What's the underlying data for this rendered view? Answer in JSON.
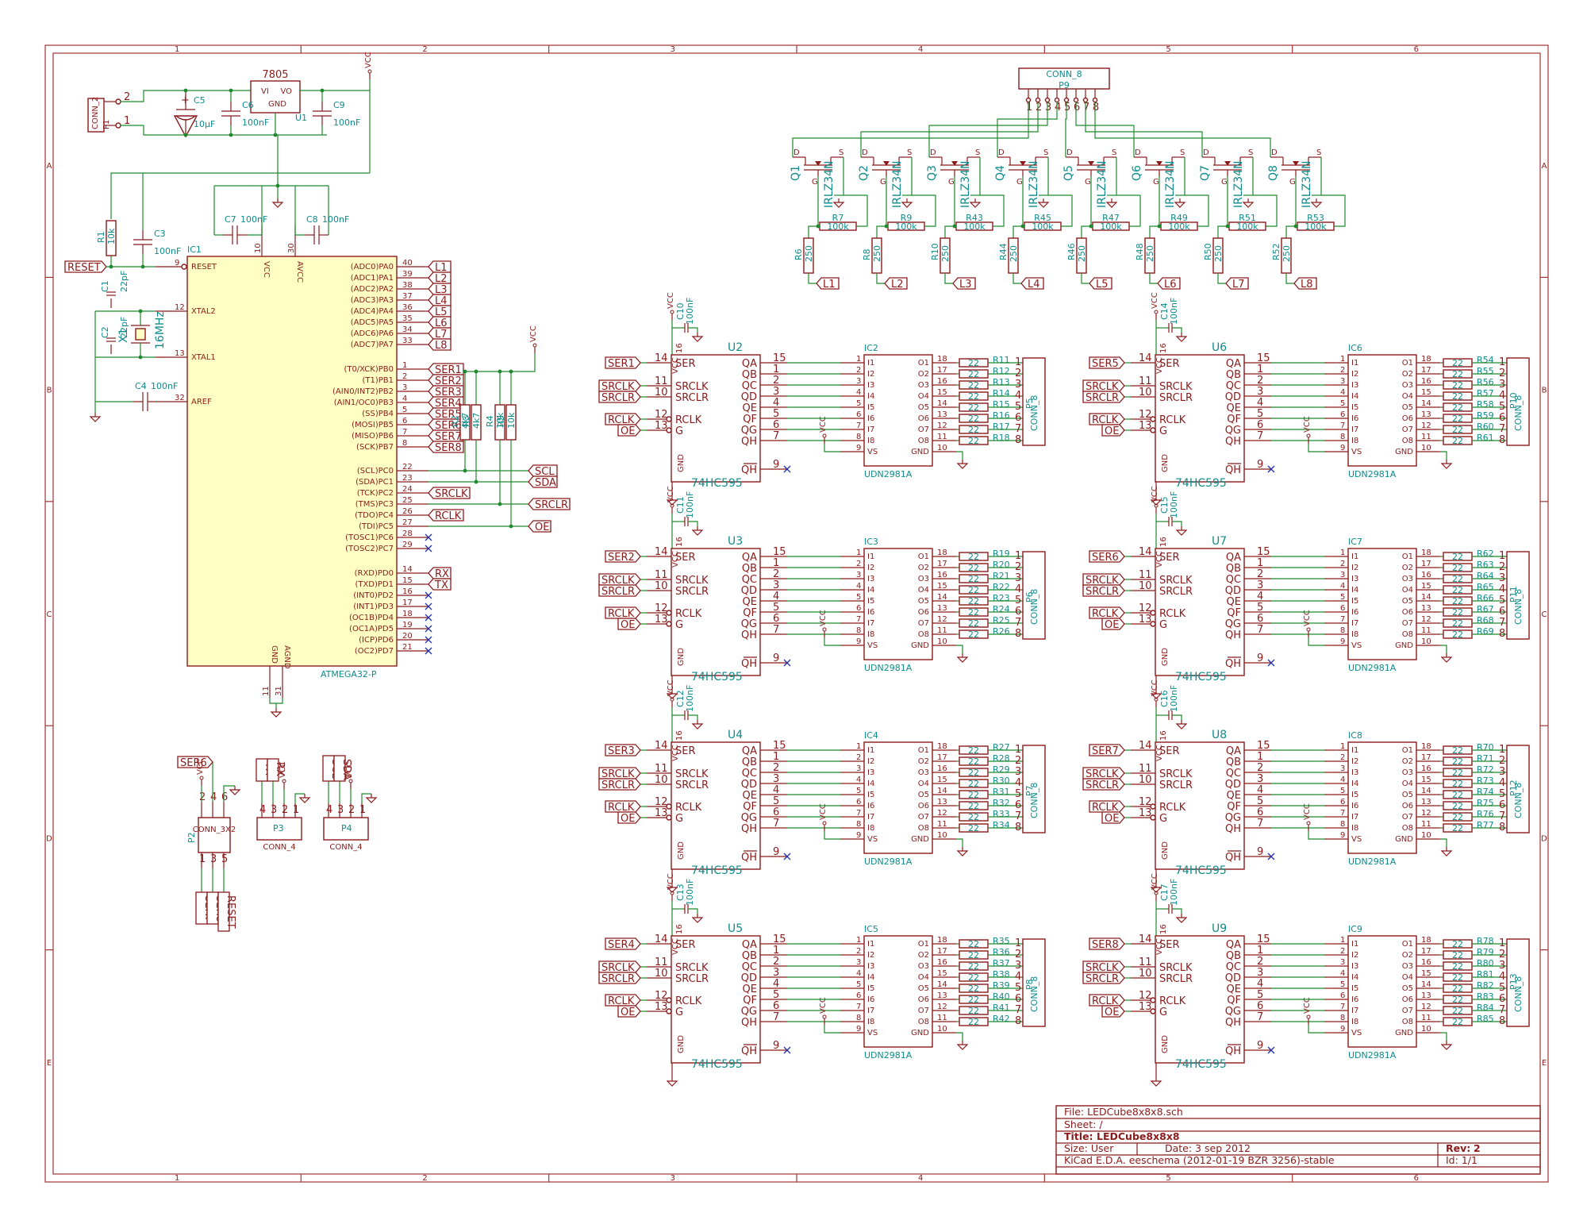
{
  "frame": {
    "col_numbers": [
      "1",
      "2",
      "3",
      "4",
      "5",
      "6"
    ],
    "row_letters": [
      "A",
      "B",
      "C",
      "D",
      "E"
    ]
  },
  "power": {
    "reg_name": "7805",
    "reg_ref": "U1",
    "reg_pins": [
      "VI",
      "GND",
      "VO"
    ],
    "conn_name": "CONN_2",
    "conn_ref": "P1",
    "conn_pins": [
      "2",
      "1"
    ],
    "c5": {
      "ref": "C5",
      "val": "10µF"
    },
    "c6": {
      "ref": "C6",
      "val": "100nF"
    },
    "c9": {
      "ref": "C9",
      "val": "100nF"
    },
    "vcc": "VCC"
  },
  "mcu": {
    "ref": "IC1",
    "name": "ATMEGA32-P",
    "reset_label": "RESET",
    "r1": {
      "ref": "R1",
      "val": "10k"
    },
    "c3": {
      "ref": "C3",
      "val": "100nF"
    },
    "c7": {
      "ref": "C7",
      "val": "100nF"
    },
    "c8": {
      "ref": "C8",
      "val": "100nF"
    },
    "c4": {
      "ref": "C4",
      "val": "100nF"
    },
    "c1": {
      "ref": "C1",
      "val": "22pF"
    },
    "c2": {
      "ref": "C2",
      "val": "22pF"
    },
    "x1": {
      "ref": "X1",
      "val": "16MHz"
    },
    "left_pins": [
      {
        "num": "9",
        "name": "RESET"
      },
      {
        "num": "12",
        "name": "XTAL2"
      },
      {
        "num": "13",
        "name": "XTAL1"
      },
      {
        "num": "32",
        "name": "AREF"
      }
    ],
    "top_pins": [
      {
        "num": "10",
        "name": "VCC"
      },
      {
        "num": "30",
        "name": "AVCC"
      }
    ],
    "bottom_pins": [
      {
        "num": "11",
        "name": "GND"
      },
      {
        "num": "31",
        "name": "AGND"
      }
    ],
    "right_pins": [
      {
        "num": "40",
        "name": "(ADC0)PA0",
        "net": "L1"
      },
      {
        "num": "39",
        "name": "(ADC1)PA1",
        "net": "L2"
      },
      {
        "num": "38",
        "name": "(ADC2)PA2",
        "net": "L3"
      },
      {
        "num": "37",
        "name": "(ADC3)PA3",
        "net": "L4"
      },
      {
        "num": "36",
        "name": "(ADC4)PA4",
        "net": "L5"
      },
      {
        "num": "35",
        "name": "(ADC5)PA5",
        "net": "L6"
      },
      {
        "num": "34",
        "name": "(ADC6)PA6",
        "net": "L7"
      },
      {
        "num": "33",
        "name": "(ADC7)PA7",
        "net": "L8"
      },
      {
        "num": "1",
        "name": "(T0/XCK)PB0",
        "net": "SER1"
      },
      {
        "num": "2",
        "name": "(T1)PB1",
        "net": "SER2"
      },
      {
        "num": "3",
        "name": "(AIN0/INT2)PB2",
        "net": "SER3"
      },
      {
        "num": "4",
        "name": "(AIN1/OC0)PB3",
        "net": "SER4"
      },
      {
        "num": "5",
        "name": "(SS)PB4",
        "net": "SER5"
      },
      {
        "num": "6",
        "name": "(MOSI)PB5",
        "net": "SER6"
      },
      {
        "num": "7",
        "name": "(MISO)PB6",
        "net": "SER7"
      },
      {
        "num": "8",
        "name": "(SCK)PB7",
        "net": "SER8"
      },
      {
        "num": "22",
        "name": "(SCL)PC0",
        "net": ""
      },
      {
        "num": "23",
        "name": "(SDA)PC1",
        "net": ""
      },
      {
        "num": "24",
        "name": "(TCK)PC2",
        "net": "SRCLK"
      },
      {
        "num": "25",
        "name": "(TMS)PC3",
        "net": ""
      },
      {
        "num": "26",
        "name": "(TDO)PC4",
        "net": "RCLK"
      },
      {
        "num": "27",
        "name": "(TDI)PC5",
        "net": ""
      },
      {
        "num": "28",
        "name": "(TOSC1)PC6",
        "net": ""
      },
      {
        "num": "29",
        "name": "(TOSC2)PC7",
        "net": ""
      },
      {
        "num": "14",
        "name": "(RXD)PD0",
        "net": "RX"
      },
      {
        "num": "15",
        "name": "(TXD)PD1",
        "net": "TX"
      },
      {
        "num": "16",
        "name": "(INT0)PD2",
        "net": ""
      },
      {
        "num": "17",
        "name": "(INT1)PD3",
        "net": ""
      },
      {
        "num": "18",
        "name": "(OC1B)PD4",
        "net": ""
      },
      {
        "num": "19",
        "name": "(OC1A)PD5",
        "net": ""
      },
      {
        "num": "20",
        "name": "(ICP)PD6",
        "net": ""
      },
      {
        "num": "21",
        "name": "(OC2)PD7",
        "net": ""
      }
    ],
    "pullups": [
      {
        "ref": "R2",
        "val": "4k7"
      },
      {
        "ref": "R3",
        "val": "4k7"
      },
      {
        "ref": "R4",
        "val": "10k"
      },
      {
        "ref": "R5",
        "val": "10k"
      }
    ],
    "bus_labels": [
      "SCL",
      "SDA",
      "SRCLR",
      "OE"
    ]
  },
  "connectors": {
    "p2": {
      "ref": "P2",
      "name": "CONN_3X2",
      "top": [
        "2",
        "4",
        "6"
      ],
      "bottom": [
        "1",
        "3",
        "5"
      ],
      "top_labels": [
        "SER6"
      ],
      "bottom_labels": [
        "SER7",
        "SER8",
        "RESET"
      ]
    },
    "p3": {
      "ref": "P3",
      "name": "CONN_4",
      "pins": [
        "4",
        "3",
        "2",
        "1"
      ],
      "labels": [
        "TX",
        "RX"
      ]
    },
    "p4": {
      "ref": "P4",
      "name": "CONN_4",
      "pins": [
        "4",
        "3",
        "2",
        "1"
      ],
      "labels": [
        "SCL",
        "SDA"
      ]
    }
  },
  "mosfets": {
    "conn": {
      "ref": "P9",
      "name": "CONN_8",
      "pins": [
        "1",
        "2",
        "3",
        "4",
        "5",
        "6",
        "7",
        "8"
      ]
    },
    "part": "IRLZ34N",
    "pins": {
      "d": "D",
      "s": "S",
      "g": "G"
    },
    "items": [
      {
        "q": "Q1",
        "rg": "R7",
        "rgv": "100k",
        "rs": "R6",
        "rsv": "250",
        "net": "L1"
      },
      {
        "q": "Q2",
        "rg": "R9",
        "rgv": "100k",
        "rs": "R8",
        "rsv": "250",
        "net": "L2"
      },
      {
        "q": "Q3",
        "rg": "R43",
        "rgv": "100k",
        "rs": "R10",
        "rsv": "250",
        "net": "L3"
      },
      {
        "q": "Q4",
        "rg": "R45",
        "rgv": "100k",
        "rs": "R44",
        "rsv": "250",
        "net": "L4"
      },
      {
        "q": "Q5",
        "rg": "R47",
        "rgv": "100k",
        "rs": "R46",
        "rsv": "250",
        "net": "L5"
      },
      {
        "q": "Q6",
        "rg": "R49",
        "rgv": "100k",
        "rs": "R48",
        "rsv": "250",
        "net": "L6"
      },
      {
        "q": "Q7",
        "rg": "R51",
        "rgv": "100k",
        "rs": "R50",
        "rsv": "250",
        "net": "L7"
      },
      {
        "q": "Q8",
        "rg": "R53",
        "rgv": "100k",
        "rs": "R52",
        "rsv": "250",
        "net": "L8"
      }
    ]
  },
  "channels": {
    "shift_name": "74HC595",
    "driver_name": "UDN2981A",
    "conn_name": "CONN_8",
    "res_val": "22",
    "cap_val": "100nF",
    "vcc": "VCC",
    "sr_left": [
      {
        "num": "14",
        "name": "SER"
      },
      {
        "num": "11",
        "name": "SRCLK"
      },
      {
        "num": "10",
        "name": "SRCLR"
      },
      {
        "num": "12",
        "name": "RCLK"
      },
      {
        "num": "13",
        "name": "G"
      }
    ],
    "sr_right": [
      {
        "num": "15",
        "name": "QA"
      },
      {
        "num": "1",
        "name": "QB"
      },
      {
        "num": "2",
        "name": "QC"
      },
      {
        "num": "3",
        "name": "QD"
      },
      {
        "num": "4",
        "name": "QE"
      },
      {
        "num": "5",
        "name": "QF"
      },
      {
        "num": "6",
        "name": "QG"
      },
      {
        "num": "7",
        "name": "QH"
      }
    ],
    "sr_qh_bar": {
      "num": "9",
      "name": "QH"
    },
    "sr_vcc": {
      "num": "16",
      "name": "VCC"
    },
    "sr_gnd": {
      "num": "8",
      "name": "GND"
    },
    "drv_in": [
      {
        "num": "1",
        "name": "I1"
      },
      {
        "num": "2",
        "name": "I2"
      },
      {
        "num": "3",
        "name": "I3"
      },
      {
        "num": "4",
        "name": "I4"
      },
      {
        "num": "5",
        "name": "I5"
      },
      {
        "num": "6",
        "name": "I6"
      },
      {
        "num": "7",
        "name": "I7"
      },
      {
        "num": "8",
        "name": "I8"
      },
      {
        "num": "9",
        "name": "VS"
      }
    ],
    "drv_out": [
      {
        "num": "18",
        "name": "O1"
      },
      {
        "num": "17",
        "name": "O2"
      },
      {
        "num": "16",
        "name": "O3"
      },
      {
        "num": "15",
        "name": "O4"
      },
      {
        "num": "14",
        "name": "O5"
      },
      {
        "num": "13",
        "name": "O6"
      },
      {
        "num": "12",
        "name": "O7"
      },
      {
        "num": "11",
        "name": "O8"
      },
      {
        "num": "10",
        "name": "GND"
      }
    ],
    "input_labels": {
      "srclk": "SRCLK",
      "srclr": "SRCLR",
      "rclk": "RCLK",
      "oe": "OE"
    },
    "conn_pins": [
      "1",
      "2",
      "3",
      "4",
      "5",
      "6",
      "7",
      "8"
    ],
    "items": [
      {
        "u": "U2",
        "ic": "IC2",
        "cap": "C10",
        "conn": "P5",
        "ser": "SER1",
        "res": [
          "R11",
          "R12",
          "R13",
          "R14",
          "R15",
          "R16",
          "R17",
          "R18"
        ]
      },
      {
        "u": "U6",
        "ic": "IC6",
        "cap": "C14",
        "conn": "P10",
        "ser": "SER5",
        "res": [
          "R54",
          "R55",
          "R56",
          "R57",
          "R58",
          "R59",
          "R60",
          "R61"
        ]
      },
      {
        "u": "U3",
        "ic": "IC3",
        "cap": "C11",
        "conn": "P6",
        "ser": "SER2",
        "res": [
          "R19",
          "R20",
          "R21",
          "R22",
          "R23",
          "R24",
          "R25",
          "R26"
        ]
      },
      {
        "u": "U7",
        "ic": "IC7",
        "cap": "C15",
        "conn": "P11",
        "ser": "SER6",
        "res": [
          "R62",
          "R63",
          "R64",
          "R65",
          "R66",
          "R67",
          "R68",
          "R69"
        ]
      },
      {
        "u": "U4",
        "ic": "IC4",
        "cap": "C12",
        "conn": "P7",
        "ser": "SER3",
        "res": [
          "R27",
          "R28",
          "R29",
          "R30",
          "R31",
          "R32",
          "R33",
          "R34"
        ]
      },
      {
        "u": "U8",
        "ic": "IC8",
        "cap": "C16",
        "conn": "P12",
        "ser": "SER7",
        "res": [
          "R70",
          "R71",
          "R72",
          "R73",
          "R74",
          "R75",
          "R76",
          "R77"
        ]
      },
      {
        "u": "U5",
        "ic": "IC5",
        "cap": "C13",
        "conn": "P8",
        "ser": "SER4",
        "res": [
          "R35",
          "R36",
          "R37",
          "R38",
          "R39",
          "R40",
          "R41",
          "R42"
        ]
      },
      {
        "u": "U9",
        "ic": "IC9",
        "cap": "C17",
        "conn": "P13",
        "ser": "SER8",
        "res": [
          "R78",
          "R79",
          "R80",
          "R81",
          "R82",
          "R83",
          "R84",
          "R85"
        ]
      }
    ]
  },
  "title_block": {
    "file": "File: LEDCube8x8x8.sch",
    "sheet": "Sheet: /",
    "title_label": "Title:",
    "title": "LEDCube8x8x8",
    "size": "Size: User",
    "date": "Date: 3 sep 2012",
    "rev_label": "Rev:",
    "rev": "2",
    "kicad": "KiCad E.D.A.  eeschema (2012-01-19 BZR 3256)-stable",
    "id": "Id: 1/1"
  }
}
